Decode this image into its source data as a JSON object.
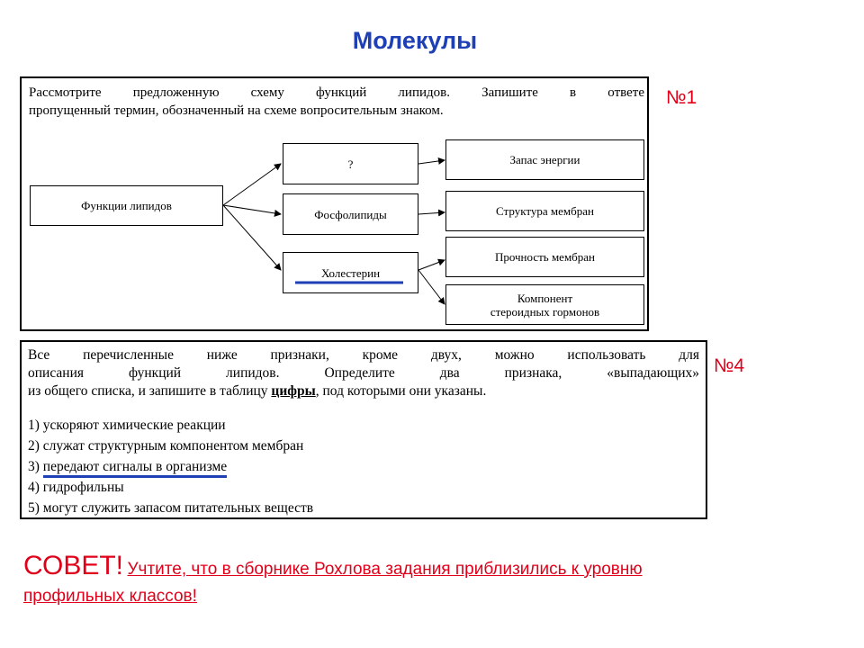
{
  "slide": {
    "title": "Молекулы",
    "advice_lead": "СОВЕТ!",
    "advice_text": "Учтите, что в сборнике Рохлова задания приблизились к уровню профильных классов!",
    "colors": {
      "title": "#1f3fb4",
      "accent": "#e0001a",
      "underline": "#1f3fb4"
    }
  },
  "task1": {
    "number": "№1",
    "question_line1": "Рассмотрите предложенную схему функций липидов. Запишите в ответе",
    "question_line2": "пропущенный термин, обозначенный на схеме вопросительным знаком.",
    "diagram": {
      "root": "Функции липидов",
      "middle": [
        "?",
        "Фосфолипиды",
        "Холестерин"
      ],
      "right": [
        "Запас энергии",
        "Структура мембран",
        "Прочность мембран",
        "Компонент",
        "стероидных гормонов"
      ]
    }
  },
  "task4": {
    "number": "№4",
    "question_line1": "Все перечисленные ниже признаки, кроме двух, можно использовать для",
    "question_line2": "описания функций липидов. Определите два признака, «выпадающих»",
    "question_line3_pre": "из общего списка, и запишите в таблицу",
    "question_line3_bold": "цифры",
    "question_line3_post": ", под которыми они указаны.",
    "options": [
      {
        "num": "1)",
        "text": "ускоряют химические реакции"
      },
      {
        "num": "2)",
        "text": "служат структурным компонентом мембран"
      },
      {
        "num": "3)",
        "text": "передают сигналы в организме"
      },
      {
        "num": "4)",
        "text": "гидрофильны"
      },
      {
        "num": "5)",
        "text": "могут служить запасом питательных веществ"
      }
    ]
  }
}
